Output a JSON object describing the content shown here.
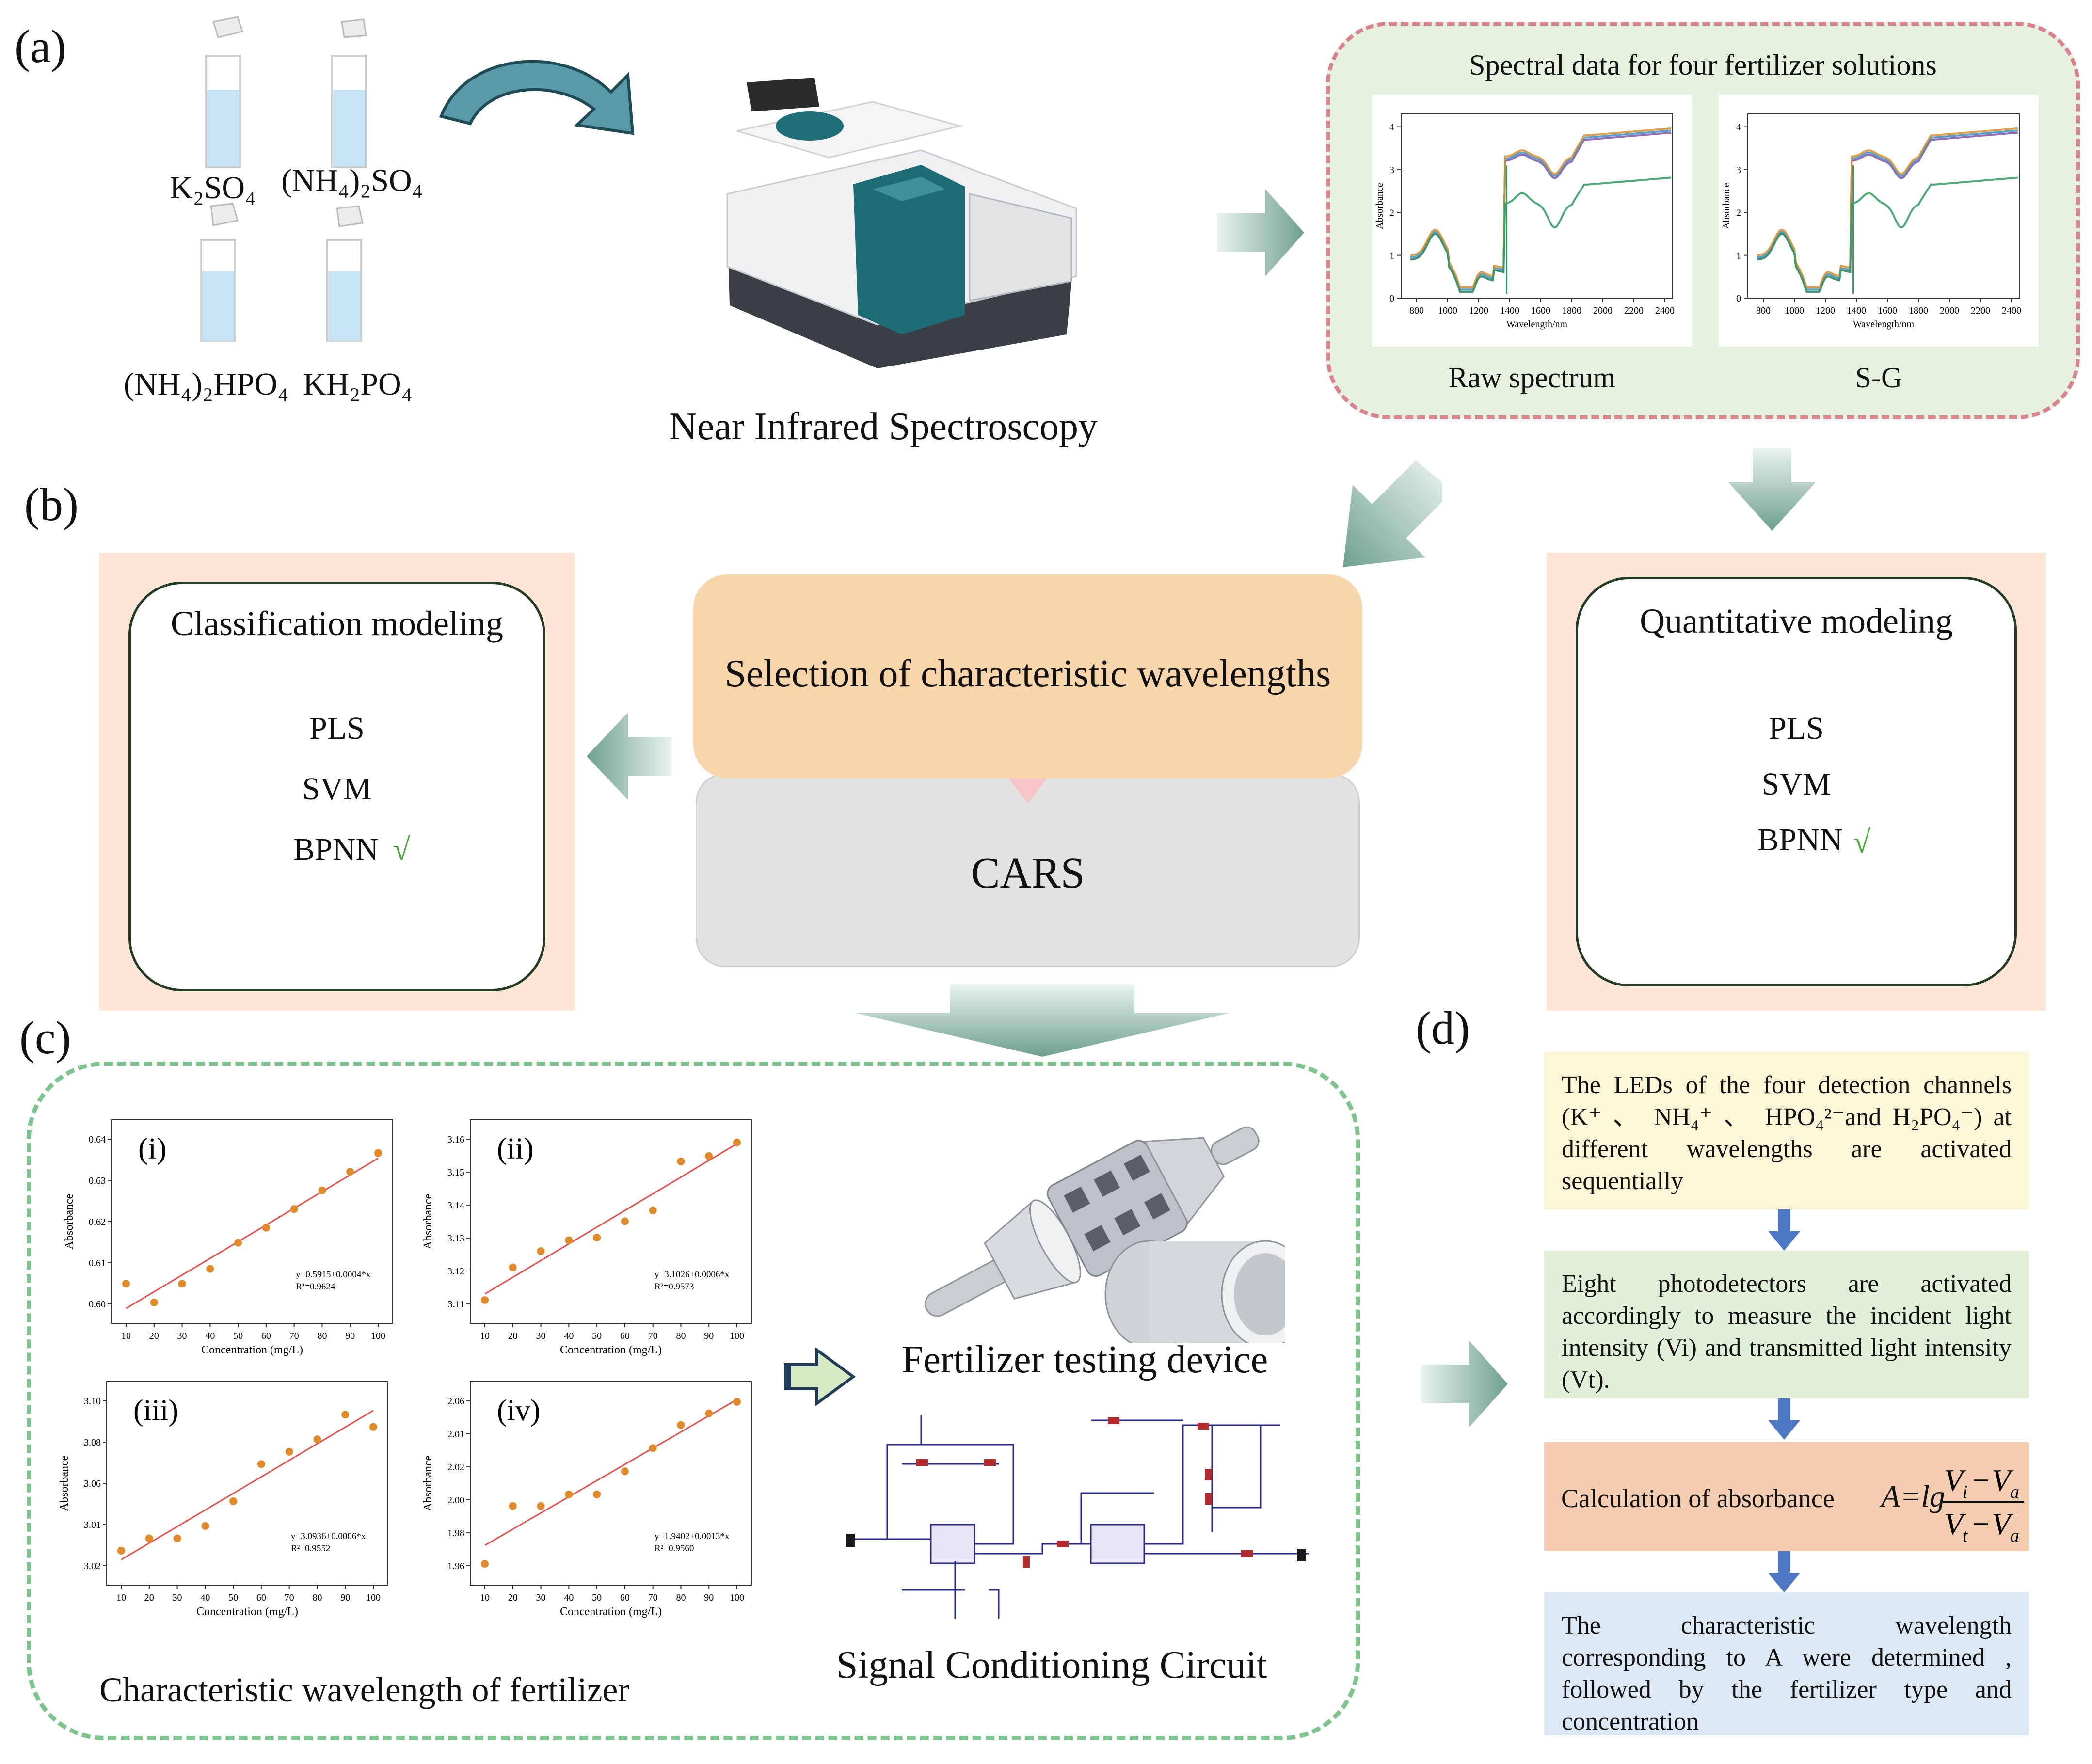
{
  "panel_labels": {
    "a": "(a)",
    "b": "(b)",
    "c": "(c)",
    "d": "(d)"
  },
  "fertilizers": [
    {
      "formula": "K₂SO₄"
    },
    {
      "formula": "(NH₄)₂SO₄"
    },
    {
      "formula": "(NH₄)₂HPO₄"
    },
    {
      "formula": "KH₂PO₄"
    }
  ],
  "instrument_label": "Near Infrared Spectroscopy",
  "spectra": {
    "title": "Spectral data for four fertilizer solutions",
    "raw_caption": "Raw spectrum",
    "sg_caption": "S-G",
    "ylabel": "Absorbance",
    "xlabel": "Wavelength/nm",
    "xticks": [
      "800",
      "1000",
      "1200",
      "1400",
      "1600",
      "1800",
      "2000",
      "2200",
      "2400"
    ],
    "yticks": [
      "0",
      "1",
      "2",
      "3",
      "4"
    ],
    "colors": [
      "#7d54a8",
      "#3f8fbf",
      "#d98d2d",
      "#2f9a61"
    ]
  },
  "classification": {
    "title": "Classification modeling",
    "methods": [
      "PLS",
      "SVM",
      "BPNN"
    ],
    "check": "√"
  },
  "quantitative": {
    "title": "Quantitative modeling",
    "methods": [
      "PLS",
      "SVM",
      "BPNN"
    ],
    "check": "√"
  },
  "selection": {
    "title": "Selection of characteristic wavelengths",
    "method": "CARS"
  },
  "regression": {
    "bottom_label": "Characteristic wavelength of fertilizer",
    "xlabel": "Concentration (mg/L)",
    "ylabel": "Absorbance",
    "charts": [
      {
        "id": "(i)",
        "x": [
          10,
          20,
          30,
          40,
          50,
          60,
          70,
          80,
          90,
          100
        ],
        "y": [
          0.602,
          0.597,
          0.602,
          0.606,
          0.613,
          0.617,
          0.622,
          0.627,
          0.632,
          0.637
        ],
        "yticks": [
          "0.60",
          "0.61",
          "0.62",
          "0.63",
          "0.64"
        ],
        "ylim": [
          0.594,
          0.642
        ],
        "eq": "y=0.5915+0.0004*x",
        "r2": "R²=0.9624"
      },
      {
        "id": "(ii)",
        "x": [
          10,
          20,
          30,
          40,
          50,
          60,
          70,
          80,
          90,
          100
        ],
        "y": [
          3.107,
          3.119,
          3.125,
          3.129,
          3.13,
          3.136,
          3.14,
          3.158,
          3.16,
          3.165
        ],
        "yticks": [
          "3.11",
          "3.12",
          "3.13",
          "3.14",
          "3.15",
          "3.16"
        ],
        "ylim": [
          3.102,
          3.168
        ],
        "eq": "y=3.1026+0.0006*x",
        "r2": "R²=0.9573"
      },
      {
        "id": "(iii)",
        "x": [
          10,
          20,
          30,
          40,
          50,
          60,
          70,
          80,
          90,
          100
        ],
        "y": [
          2.99,
          3.0,
          3.0,
          3.01,
          3.03,
          3.06,
          3.07,
          3.08,
          3.1,
          3.09
        ],
        "yticks": [
          "3.02",
          "3.01",
          "3.06",
          "3.08",
          "3.10"
        ],
        "ylim": [
          2.97,
          3.115
        ],
        "eq": "y=3.0936+0.0006*x",
        "r2": "R²=0.9552"
      },
      {
        "id": "(iv)",
        "x": [
          10,
          20,
          30,
          40,
          50,
          60,
          70,
          80,
          90,
          100
        ],
        "y": [
          1.93,
          1.98,
          1.98,
          1.99,
          1.99,
          2.01,
          2.03,
          2.05,
          2.06,
          2.07
        ],
        "yticks": [
          "1.96",
          "1.98",
          "2.00",
          "2.02",
          "2.01",
          "2.06"
        ],
        "ylim": [
          1.92,
          2.075
        ],
        "eq": "y=1.9402+0.0013*x",
        "r2": "R²=0.9560"
      }
    ],
    "xticks": [
      "10",
      "20",
      "30",
      "40",
      "50",
      "60",
      "70",
      "80",
      "90",
      "100"
    ]
  },
  "device": {
    "label": "Fertilizer testing device",
    "circuit_label": "Signal Conditioning Circuit"
  },
  "steps": {
    "step1": "The LEDs of the four detection channels (K⁺ 、 NH₄⁺ 、 HPO₄²⁻and H₂PO₄⁻) at different wavelengths are activated sequentially",
    "step2": "Eight photodetectors are activated accordingly to measure the incident light intensity (Vi) and transmitted light intensity (Vt).",
    "step3_label": "Calculation of absorbance",
    "step3_formula": "A=lg",
    "step4": "The characteristic wavelength corresponding to A were determined , followed by the fertilizer type and concentration",
    "colors": [
      "#fbf6d5",
      "#e3f0d9",
      "#f5cdb1",
      "#dde8f5"
    ]
  }
}
